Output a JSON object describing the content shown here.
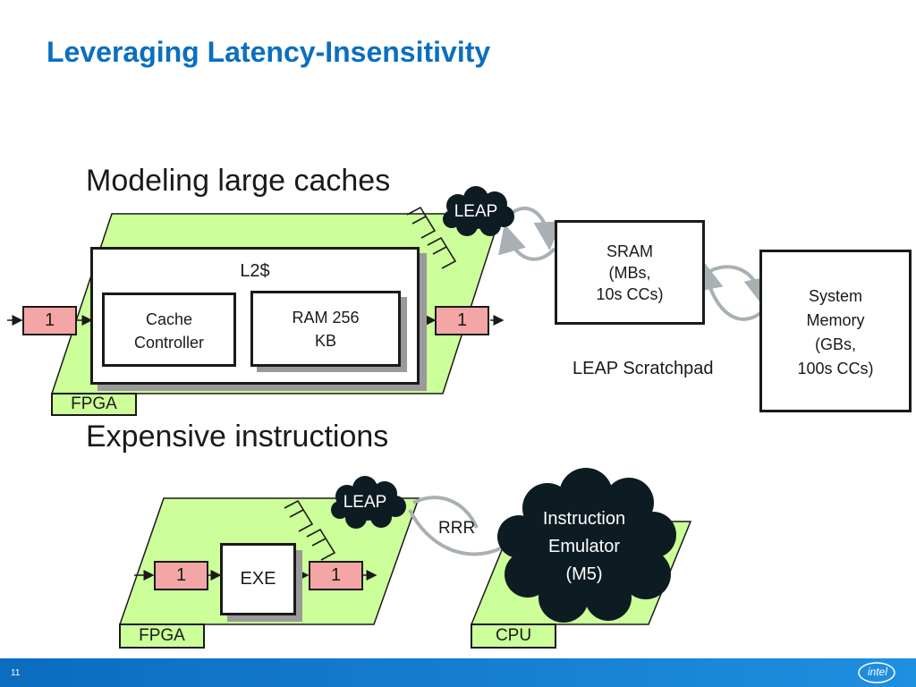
{
  "slide": {
    "title": "Leveraging Latency-Insensitivity",
    "page_number": "11"
  },
  "top": {
    "heading": "Modeling large caches",
    "fpga_label": "FPGA",
    "l2_label": "L2$",
    "cache_controller": "Cache Controller",
    "ram": "RAM 256 KB",
    "in_value": "1",
    "out_value": "1",
    "leap": "LEAP",
    "sram_lines": [
      "SRAM",
      "(MBs,",
      "10s CCs)"
    ],
    "scratchpad_label": "LEAP Scratchpad",
    "sysmem_lines": [
      "System",
      "Memory",
      "(GBs,",
      "100s CCs)"
    ]
  },
  "bottom": {
    "heading": "Expensive instructions",
    "fpga_label": "FPGA",
    "cpu_label": "CPU",
    "exe": "EXE",
    "in_value": "1",
    "out_value": "1",
    "leap": "LEAP",
    "rrr": "RRR",
    "emulator_lines": [
      "Instruction",
      "Emulator",
      "(M5)"
    ]
  },
  "brand": {
    "logo_text": "intel"
  },
  "colors": {
    "title_blue": "#0a6fbf",
    "board_green": "#ccff99",
    "fifo_pink": "#f4a6a6",
    "cloud_dark": "#0d1b22",
    "footer_blue": "#0b6cc0"
  }
}
